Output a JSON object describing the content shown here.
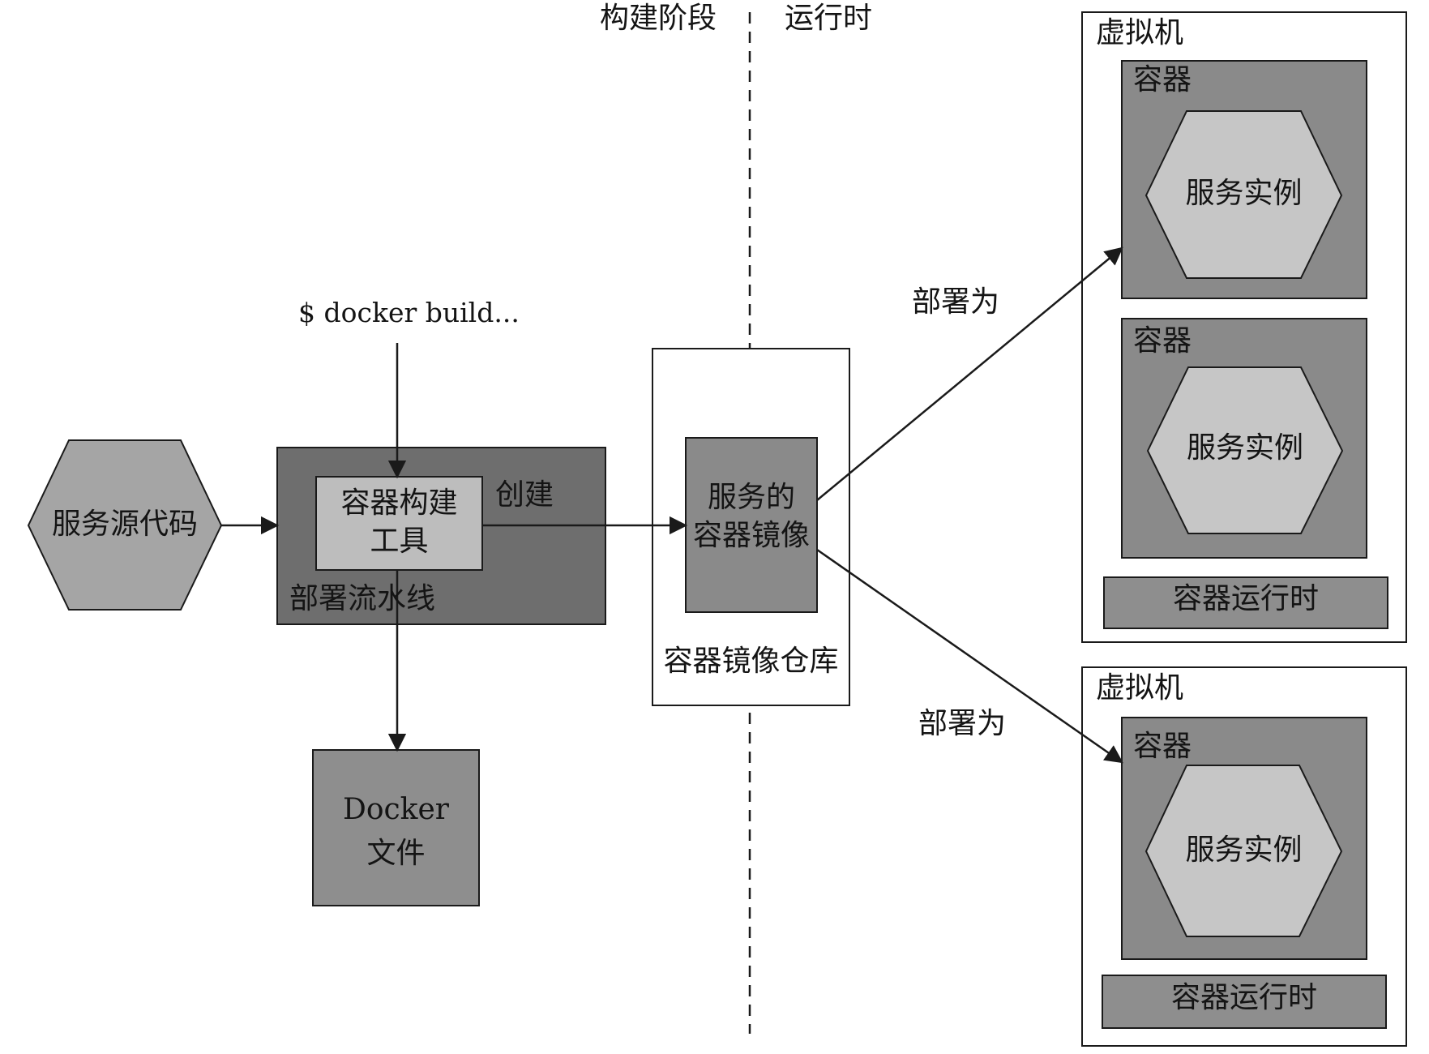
{
  "phases": {
    "build": "构建阶段",
    "runtime": "运行时"
  },
  "source_code": "服务源代码",
  "command": "$ docker build...",
  "pipeline": {
    "tool_line1": "容器构建",
    "tool_line2": "工具",
    "create": "创建",
    "label": "部署流水线"
  },
  "dockerfile": {
    "line1": "Docker",
    "line2": "文件"
  },
  "registry": {
    "image_line1": "服务的",
    "image_line2": "容器镜像",
    "label": "容器镜像仓库"
  },
  "deploy_label": "部署为",
  "vm1": {
    "label": "虚拟机",
    "containers": [
      {
        "label": "容器",
        "instance": "服务实例"
      },
      {
        "label": "容器",
        "instance": "服务实例"
      }
    ],
    "runtime": "容器运行时"
  },
  "vm2": {
    "label": "虚拟机",
    "containers": [
      {
        "label": "容器",
        "instance": "服务实例"
      }
    ],
    "runtime": "容器运行时"
  },
  "colors": {
    "dark_box": "#6e6e6e",
    "mid_box": "#8a8a8a",
    "light_fill": "#c6c6c6",
    "stroke": "#1a1a1a"
  }
}
